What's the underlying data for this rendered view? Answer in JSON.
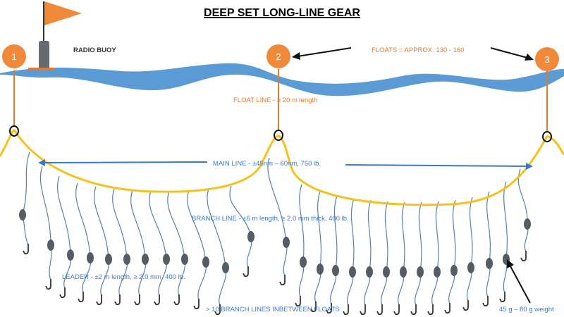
{
  "title": "DEEP SET LONG-LINE GEAR",
  "labels": {
    "radio_buoy": "RADIO  BUOY",
    "floats": "FLOATS = APPROX.  130 - 160",
    "float_line": "FLOAT  LINE - ≥ 20 m length",
    "main_line": "MAIN  LINE - ±45nm – 60nm, 750 lb.",
    "branch_line": "BRANCH LINE - ±6 m length, ≥ 2.0  mm thick, 400 lb.",
    "leader": "LEADER - ±2 m length, ≥ 2.0 mm, 400 lb.",
    "branch_count": "> 10 BRANCH LINES INBETWEEN  FLOATS",
    "weight": "45 g – 80 g weight"
  },
  "floats": [
    {
      "number": "1"
    },
    {
      "number": "2"
    },
    {
      "number": "3"
    }
  ],
  "colors": {
    "title": "#000000",
    "float_fill": "#f08a3a",
    "float_line": "#e07a2e",
    "flag": "#f08a3a",
    "sea": "#5b9bd5",
    "main_line": "#f5c21b",
    "branch_line": "#5b7fa6",
    "weight": "#555c66",
    "hook": "#333333",
    "orange_text": "#e07a2e",
    "blue_text": "#3d78c4"
  }
}
